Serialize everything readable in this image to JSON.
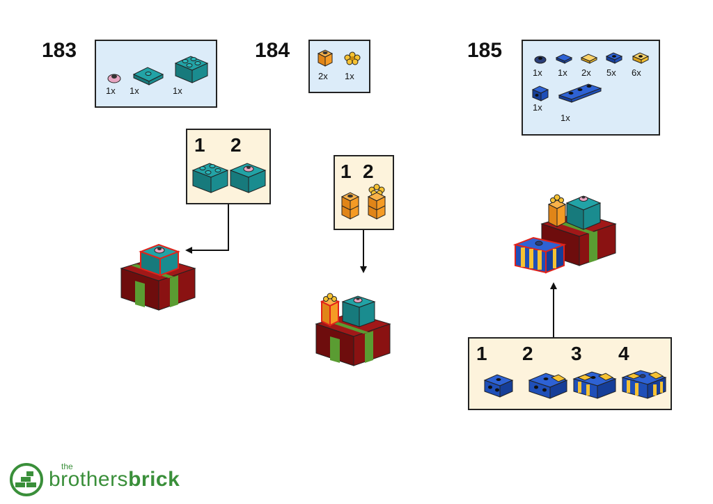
{
  "steps": [
    {
      "number": "183",
      "parts": [
        {
          "qty": "1x",
          "part": "pink round tile 1x1"
        },
        {
          "qty": "1x",
          "part": "teal plate 2x2"
        },
        {
          "qty": "1x",
          "part": "teal brick 2x2"
        }
      ],
      "substeps": [
        "1",
        "2"
      ]
    },
    {
      "number": "184",
      "parts": [
        {
          "qty": "2x",
          "part": "orange brick 1x1"
        },
        {
          "qty": "1x",
          "part": "yellow flower"
        }
      ],
      "substeps": [
        "1",
        "2"
      ]
    },
    {
      "number": "185",
      "parts": [
        {
          "qty": "1x",
          "part": "dark blue round plate 1x1"
        },
        {
          "qty": "1x",
          "part": "blue tile 1x1"
        },
        {
          "qty": "2x",
          "part": "yellow tile 1x1"
        },
        {
          "qty": "5x",
          "part": "blue tile 1x1"
        },
        {
          "qty": "6x",
          "part": "yellow round tile"
        },
        {
          "qty": "1x",
          "part": "blue bracket"
        },
        {
          "qty": "1x",
          "part": "blue plate 1x3"
        }
      ],
      "substeps": [
        "1",
        "2",
        "3",
        "4"
      ]
    }
  ],
  "brand": {
    "small": "the",
    "word1": "brothers",
    "word2": "brick"
  },
  "colors": {
    "parts_bg": "#dcecf9",
    "substep_bg": "#fdf3dc",
    "teal": "#1f8e91",
    "dark_red": "#7b1010",
    "green": "#5a9c32",
    "orange": "#f59b25",
    "blue": "#1f4fb8",
    "yellow": "#f6c233",
    "brand_green": "#3a8f3a"
  }
}
